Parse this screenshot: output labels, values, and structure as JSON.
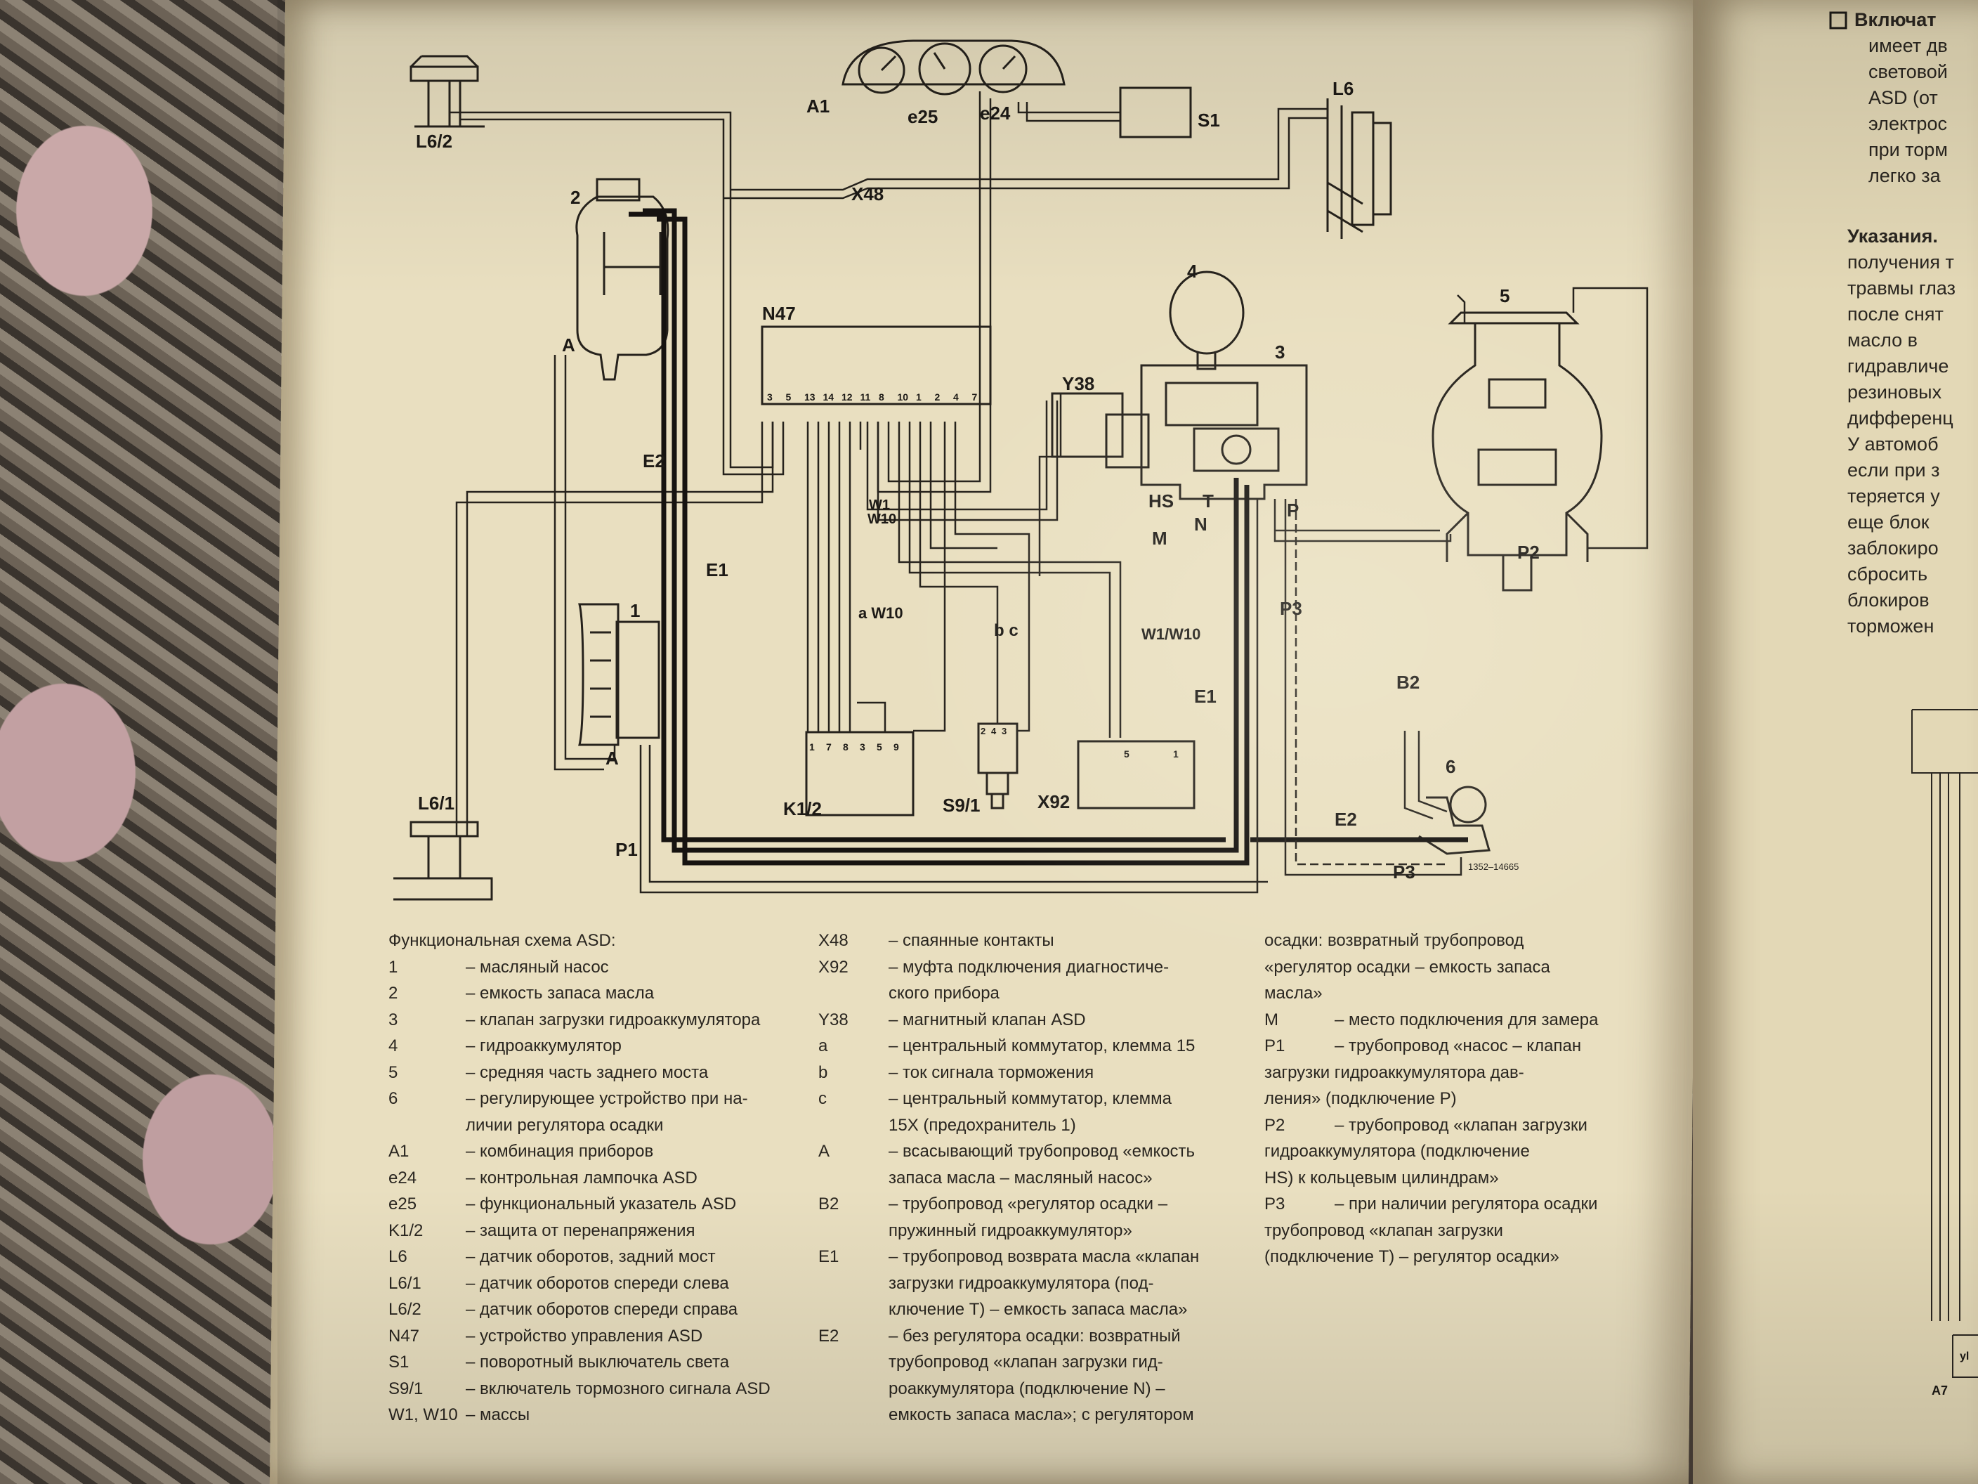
{
  "diagram": {
    "labels": {
      "A1": "A1",
      "e25": "e25",
      "e24": "e24",
      "S1": "S1",
      "L6": "L6",
      "L62": "L6/2",
      "n2": "2",
      "X48": "X48",
      "N47": "N47",
      "n4": "4",
      "n3": "3",
      "Y38": "Y38",
      "n5": "5",
      "A_top": "A",
      "E2": "E2",
      "E1": "E1",
      "HS": "HS",
      "T": "T",
      "N": "N",
      "P": "P",
      "M": "M",
      "P2": "P2",
      "P3": "P3",
      "W1": "W1",
      "W10": "W10",
      "aW10": "a W10",
      "bc": "b c",
      "W1W10": "W1/W10",
      "n1": "1",
      "E1b": "E1",
      "B2": "B2",
      "n6": "6",
      "L61": "L6/1",
      "A_bot": "A",
      "K12": "K1/2",
      "S91": "S9/1",
      "X92": "X92",
      "E2b": "E2",
      "P1": "P1",
      "P3b": "P3",
      "ref": "1352–14665"
    },
    "n47_pins": [
      "3",
      "5",
      "13",
      "14",
      "12",
      "11",
      "8",
      "10",
      "1",
      "2",
      "4",
      "7"
    ],
    "k12_pins": [
      "1",
      "7",
      "8",
      "3",
      "5",
      "9"
    ],
    "s91_pins": [
      "2",
      "4",
      "3"
    ],
    "x92_pins": [
      "5",
      "1"
    ]
  },
  "caption": {
    "title": "Функциональная схема ASD:",
    "col1": [
      {
        "code": "1",
        "text": "– масляный насос"
      },
      {
        "code": "2",
        "text": "– емкость запаса масла"
      },
      {
        "code": "3",
        "text": "– клапан загрузки гидроаккумулятора"
      },
      {
        "code": "4",
        "text": "– гидроаккумулятор"
      },
      {
        "code": "5",
        "text": "– средняя часть заднего моста"
      },
      {
        "code": "6",
        "text": "– регулирующее устройство при на-"
      },
      {
        "code": "",
        "text": "личии регулятора осадки"
      },
      {
        "code": "A1",
        "text": "– комбинация приборов"
      },
      {
        "code": "e24",
        "text": "– контрольная лампочка ASD"
      },
      {
        "code": "e25",
        "text": "– функциональный указатель ASD"
      },
      {
        "code": "K1/2",
        "text": "– защита от перенапряжения"
      },
      {
        "code": "L6",
        "text": "– датчик оборотов, задний мост"
      },
      {
        "code": "L6/1",
        "text": "– датчик оборотов спереди слева"
      },
      {
        "code": "L6/2",
        "text": "– датчик оборотов спереди справа"
      },
      {
        "code": "N47",
        "text": "– устройство управления ASD"
      },
      {
        "code": "S1",
        "text": "– поворотный выключатель света"
      },
      {
        "code": "S9/1",
        "text": "– включатель тормозного сигнала ASD"
      },
      {
        "code": "W1, W10",
        "text": "– массы"
      }
    ],
    "col2": [
      {
        "code": "X48",
        "text": "– спаянные контакты"
      },
      {
        "code": "X92",
        "text": "– муфта подключения диагностиче-"
      },
      {
        "code": "",
        "text": "ского прибора"
      },
      {
        "code": "Y38",
        "text": "– магнитный клапан ASD"
      },
      {
        "code": "a",
        "text": "– центральный коммутатор, клемма 15"
      },
      {
        "code": "b",
        "text": "– ток сигнала торможения"
      },
      {
        "code": "c",
        "text": "– центральный коммутатор, клемма"
      },
      {
        "code": "",
        "text": "15X (предохранитель 1)"
      },
      {
        "code": "A",
        "text": "– всасывающий трубопровод «емкость"
      },
      {
        "code": "",
        "text": "запаса масла – масляный насос»"
      },
      {
        "code": "B2",
        "text": "– трубопровод «регулятор осадки –"
      },
      {
        "code": "",
        "text": "пружинный гидроаккумулятор»"
      },
      {
        "code": "E1",
        "text": "– трубопровод возврата масла «клапан"
      },
      {
        "code": "",
        "text": "загрузки гидроаккумулятора (под-"
      },
      {
        "code": "",
        "text": "ключение T) – емкость запаса масла»"
      },
      {
        "code": "E2",
        "text": "– без регулятора осадки: возвратный"
      },
      {
        "code": "",
        "text": "трубопровод «клапан загрузки гид-"
      },
      {
        "code": "",
        "text": "роаккумулятора (подключение N) –"
      },
      {
        "code": "",
        "text": "емкость запаса масла»; с регулятором"
      }
    ],
    "col3": [
      {
        "code": "",
        "text": "осадки: возвратный трубопровод"
      },
      {
        "code": "",
        "text": "«регулятор осадки – емкость запаса"
      },
      {
        "code": "",
        "text": "масла»"
      },
      {
        "code": "M",
        "text": "– место подключения для замера"
      },
      {
        "code": "P1",
        "text": "– трубопровод «насос – клапан"
      },
      {
        "code": "",
        "text": "загрузки гидроаккумулятора дав-"
      },
      {
        "code": "",
        "text": "ления» (подключение P)"
      },
      {
        "code": "P2",
        "text": "– трубопровод «клапан загрузки"
      },
      {
        "code": "",
        "text": "гидроаккумулятора (подключение"
      },
      {
        "code": "",
        "text": "HS) к кольцевым цилиндрам»"
      },
      {
        "code": "P3",
        "text": "– при наличии регулятора осадки"
      },
      {
        "code": "",
        "text": "трубопровод «клапан загрузки"
      },
      {
        "code": "",
        "text": "(подключение T) – регулятор осадки»"
      }
    ]
  },
  "right_page": {
    "checkbox_text": "Включат",
    "lines1": [
      "имеет дв",
      "световой",
      "ASD (от",
      "электрос",
      "при торм",
      "легко за"
    ],
    "heading": "Указания.",
    "lines2": [
      "получения т",
      "травмы глаз",
      "после снят",
      "масло в",
      "гидравличе",
      "резиновых",
      "дифференц",
      "У автомоб",
      "если при з",
      "теряется у",
      "еще блок",
      "заблокиро",
      "сбросить",
      "блокиров",
      "торможен"
    ],
    "fig_label": "A7",
    "fig_small": "yl"
  },
  "colors": {
    "paper": "#e9dfc0",
    "ink": "#1d1a16"
  }
}
